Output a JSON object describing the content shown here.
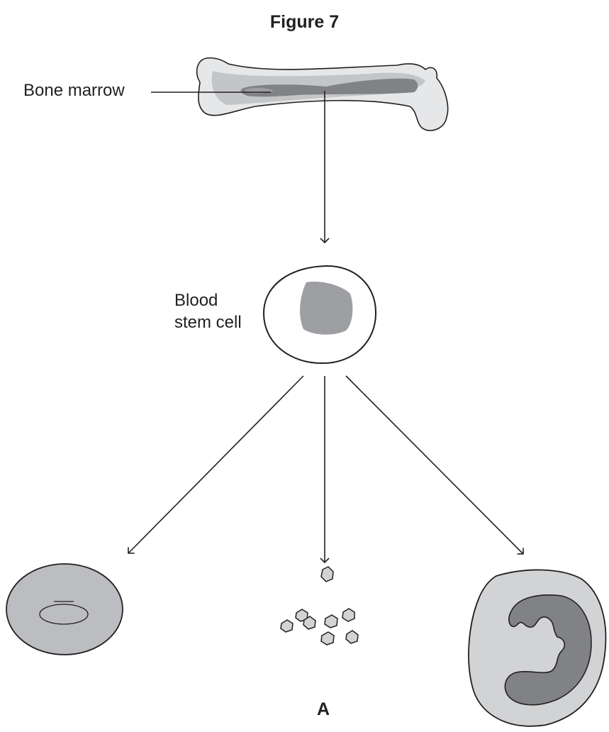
{
  "figure": {
    "title": "Figure 7"
  },
  "labels": {
    "bone_marrow": "Bone marrow",
    "blood_stem_cell_line1": "Blood",
    "blood_stem_cell_line2": "stem cell",
    "cell_a": "A"
  },
  "colors": {
    "outline": "#231f20",
    "bone_light": "#e6e7e8",
    "bone_mid": "#c4c5c7",
    "marrow_dark": "#808285",
    "cell_grey": "#bcbdc0",
    "nucleus_grey": "#9d9fa2",
    "platelet_grey": "#d1d3d4"
  }
}
